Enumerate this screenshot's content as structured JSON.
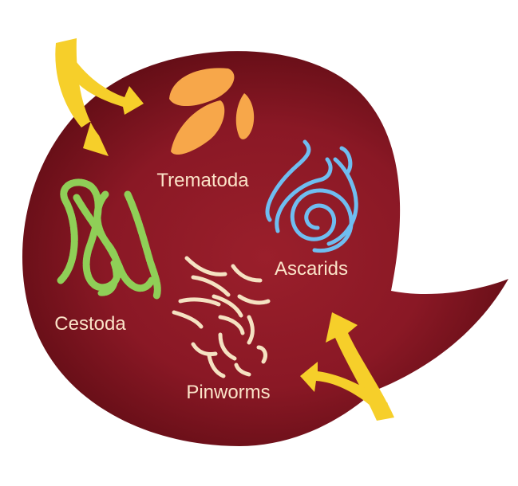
{
  "diagram": {
    "colors": {
      "blob_inner": "#9a1f2b",
      "blob_outer": "#5a0b12",
      "label_text": "#fbe3c8",
      "arrow": "#f6cf2a",
      "trematoda": "#f7a74a",
      "ascarids": "#6fbdf0",
      "pinworms": "#f5e2c2",
      "cestoda": "#8fcf57"
    },
    "labels": {
      "trematoda": "Trematoda",
      "ascarids": "Ascarids",
      "cestoda": "Cestoda",
      "pinworms": "Pinworms"
    },
    "icons": {
      "trematoda": "flatworm-leaves-icon",
      "ascarids": "coiled-roundworm-icon",
      "cestoda": "tapeworm-chain-icon",
      "pinworms": "scattered-threadworms-icon",
      "arrows": "bidirectional-arrow-icon"
    }
  }
}
